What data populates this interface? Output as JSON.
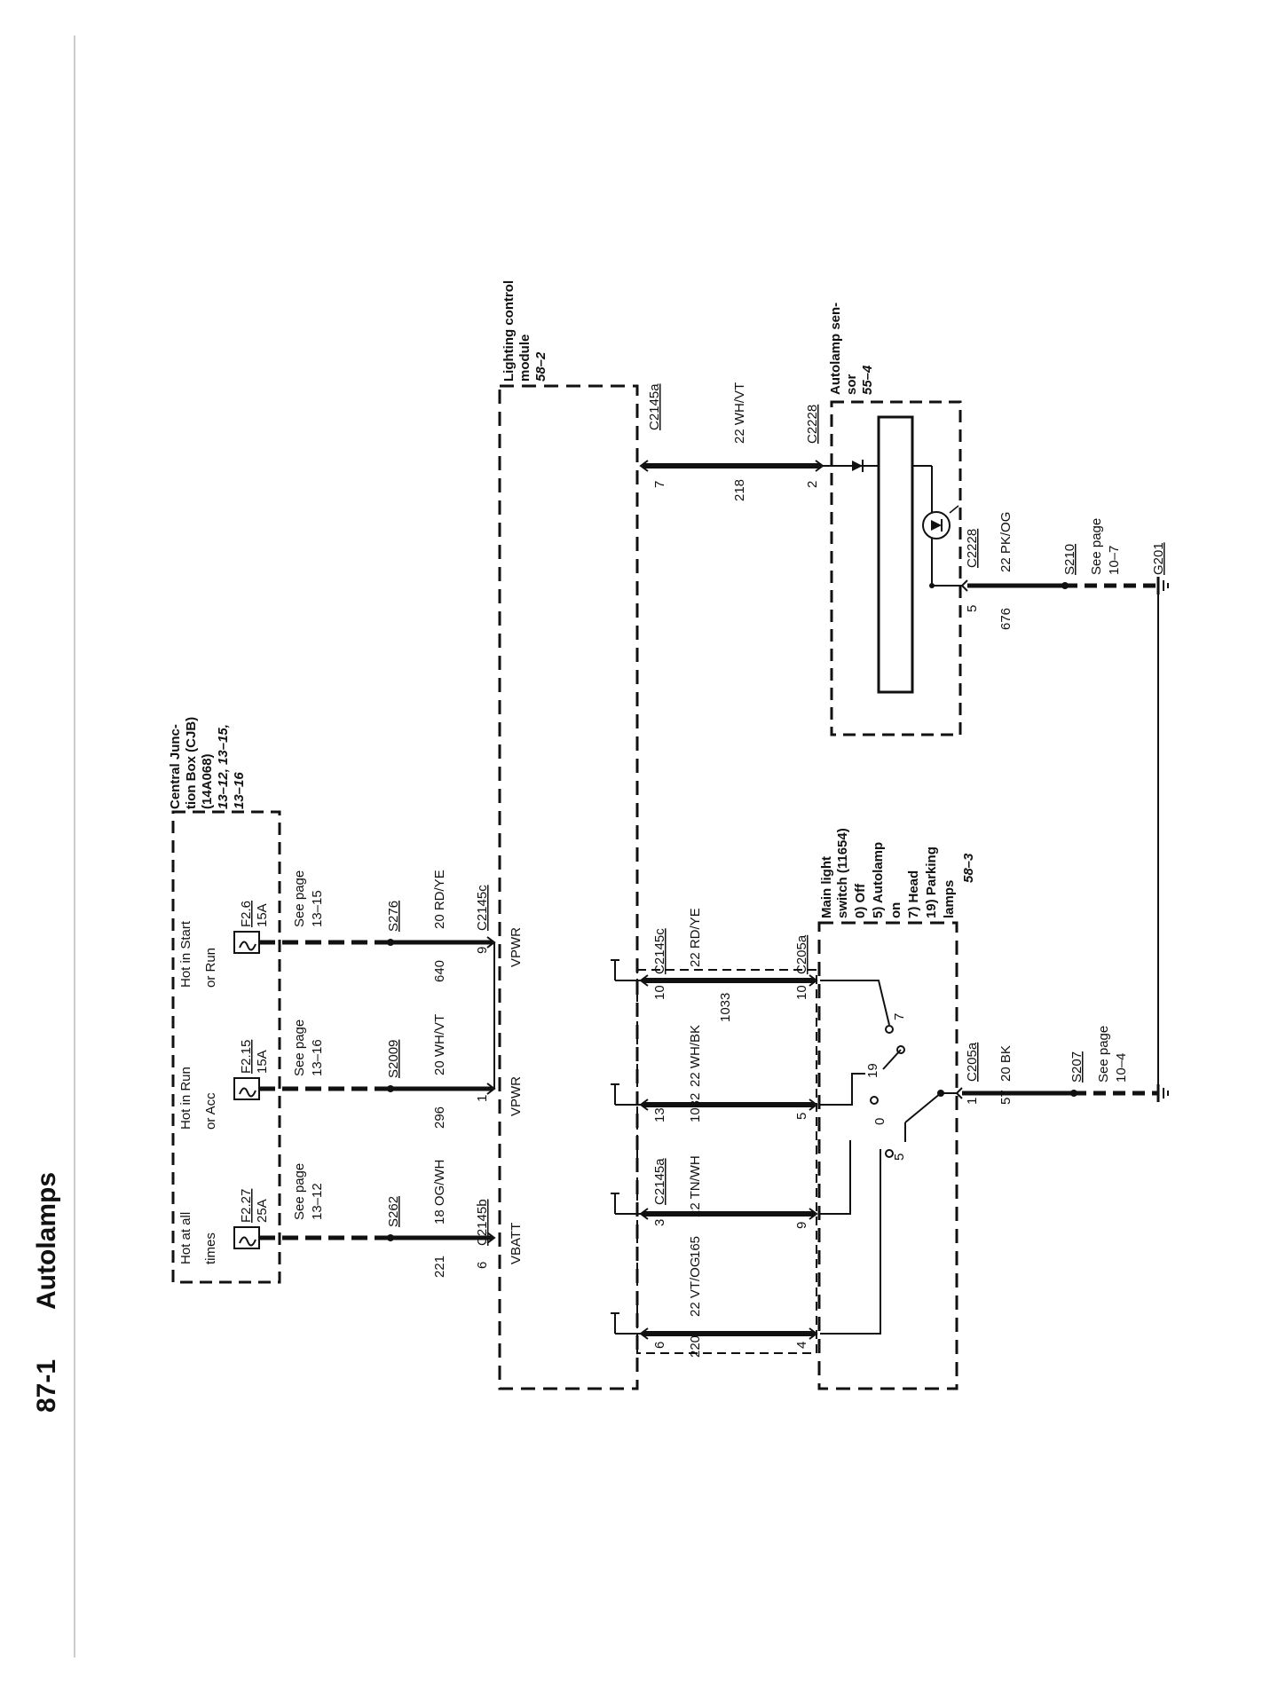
{
  "page": {
    "number": "87-1",
    "title": "Autolamps"
  },
  "cjb": {
    "title_lines": [
      "Central Junc-",
      "tion Box (CJB)",
      "(14A068)"
    ],
    "refs_lines": [
      "13–12, 13–15,",
      "13–16"
    ],
    "col1_label": [
      "Hot at all",
      "times"
    ],
    "col2_label": [
      "Hot in Run",
      "or Acc"
    ],
    "col3_label": [
      "Hot in Start",
      "or Run"
    ],
    "fuse1": {
      "name": "F2.27",
      "rating": "25A"
    },
    "fuse2": {
      "name": "F2.15",
      "rating": "15A"
    },
    "fuse3": {
      "name": "F2.6",
      "rating": "15A"
    }
  },
  "see_pages": {
    "p1312": [
      "See page",
      "13–12"
    ],
    "p1316": [
      "See page",
      "13–16"
    ],
    "p1315": [
      "See page",
      "13–15"
    ],
    "p107": [
      "See page",
      "10–7"
    ],
    "p104": [
      "See page",
      "10–4"
    ]
  },
  "splices": {
    "s262": "S262",
    "s2009": "S2009",
    "s276": "S276",
    "s210": "S210",
    "s207": "S207"
  },
  "power_wires": [
    {
      "circuit": "221",
      "wire": "18 OG/WH",
      "pin": "6",
      "connector": "C2145b",
      "signal": "VBATT"
    },
    {
      "circuit": "296",
      "wire": "20 WH/VT",
      "pin": "1",
      "connector": "",
      "signal": "VPWR"
    },
    {
      "circuit": "640",
      "wire": "20 RD/YE",
      "pin": "9",
      "connector": "C2145c",
      "signal": "VPWR"
    }
  ],
  "lcm": {
    "title_lines": [
      "Lighting control",
      "module"
    ],
    "ref": "58–2"
  },
  "switch_wires": [
    {
      "pin_top": "6",
      "circuit": "220",
      "wire": "22 VT/OG",
      "pin_bottom": "4"
    },
    {
      "pin_top": "3",
      "circuit": "165",
      "wire": "22 TN/WH",
      "pin_bottom": "9"
    },
    {
      "pin_top": "13",
      "circuit": "1032",
      "wire": "22 WH/BK",
      "pin_bottom": "5"
    },
    {
      "pin_top": "10",
      "circuit": "1033",
      "wire": "22 RD/YE",
      "pin_bottom": "10"
    }
  ],
  "switch_connectors": {
    "c2145a": "C2145a",
    "c2145c": "C2145c",
    "c205a": "C205a"
  },
  "main_switch": {
    "title_lines": [
      "Main light",
      "switch (11654)"
    ],
    "positions": [
      "0)  Off",
      "5)  Autolamp",
      "      on",
      "7)  Head",
      "19) Parking",
      "      lamps"
    ],
    "ref": "58–3",
    "contact_labels": [
      "19",
      "7",
      "0",
      "5"
    ]
  },
  "ground_wire_switch": {
    "connector": "C205a",
    "pin": "1",
    "wire": "20 BK",
    "circuit": "57"
  },
  "sensor_wire": {
    "connector_lcm": "C2145a",
    "pin_lcm": "7",
    "wire": "22 WH/VT",
    "circuit": "218",
    "connector_sensor": "C2228",
    "pin_sensor": "2"
  },
  "sensor": {
    "title_lines": [
      "Autolamp sen-",
      "sor"
    ],
    "ref": "55–4"
  },
  "sensor_ground": {
    "connector": "C2228",
    "pin": "5",
    "wire": "22 PK/OG",
    "circuit": "676"
  },
  "ground": "G201"
}
